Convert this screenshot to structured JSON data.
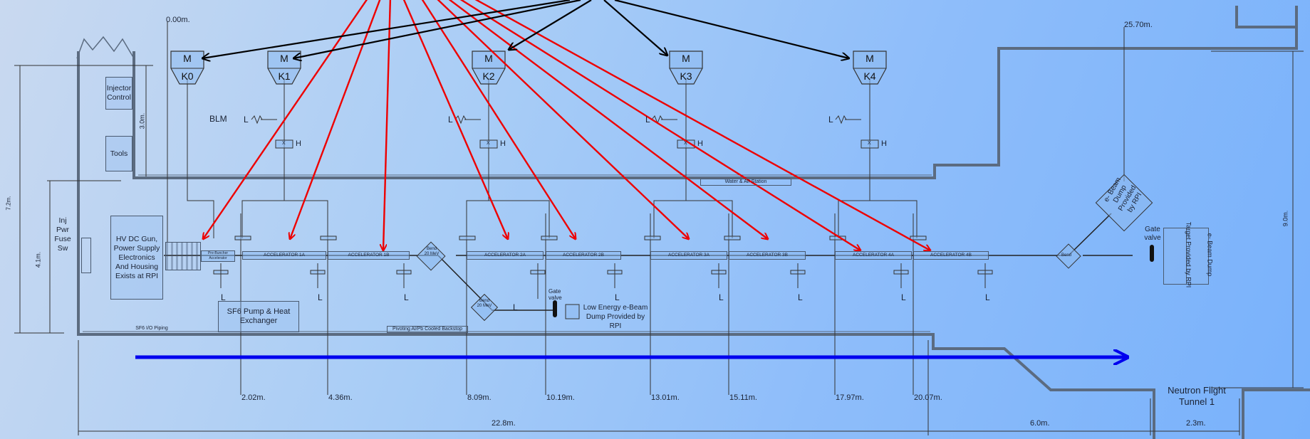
{
  "klystrons": [
    {
      "m": "M",
      "k": "K0"
    },
    {
      "m": "M",
      "k": "K1"
    },
    {
      "m": "M",
      "k": "K2"
    },
    {
      "m": "M",
      "k": "K3"
    },
    {
      "m": "M",
      "k": "K4"
    }
  ],
  "top_markers": {
    "start": "0.00m.",
    "end": "25.70m."
  },
  "labels": {
    "injector_control": "Injector Control",
    "tools": "Tools",
    "blm": "BLM",
    "inj_pwr_fuse": "Inj Pwr Fuse Sw",
    "hv_gun": "HV DC Gun, Power Supply Electronics And Housing Exists at RPI",
    "sf6_pump": "SF6 Pump & Heat Exchanger",
    "sf6_piping": "SF6 I/O Piping",
    "backstop": "Pivoting Al/Pb Cooled Backstop",
    "water_station": "Water & Air Station",
    "low_energy_dump": "Low Energy e-Beam Dump Provided by RPI",
    "gate_valve_1": "Gate valve",
    "gate_valve_2": "Gate valve",
    "ebeam_dump_diamond": "e- Beam Dump Provided by RPI",
    "ebeam_dump_target": "e- Beam Dump",
    "target_provided": "Target Provided by RPI",
    "neutron_tunnel": "Neutron Flight Tunnel 1",
    "bend_1": "Bend 20 MeV",
    "bend_2": "Bend 20 MeV",
    "bend_3": "Bend",
    "buncher": "Pre-Buncher Accelerator",
    "dim_3m": "3.0m.",
    "dim_4_1m": "4.1m.",
    "dim_9m": "9.0m.",
    "dim_left": "7.2m.",
    "l_label": "L",
    "h_label": "H",
    "x_label": "X"
  },
  "accelerators": [
    "ACCELERATOR 1A",
    "ACCELERATOR 1B",
    "ACCELERATOR 2A",
    "ACCELERATOR 2B",
    "ACCELERATOR 3A",
    "ACCELERATOR 3B",
    "ACCELERATOR 4A",
    "ACCELERATOR 4B"
  ],
  "positions": [
    "2.02m.",
    "4.36m.",
    "8.09m.",
    "10.19m.",
    "13.01m.",
    "15.11m.",
    "17.97m.",
    "20.07m."
  ],
  "bottom_dims": [
    "22.8m.",
    "6.0m.",
    "2.3m."
  ],
  "colors": {
    "wall": "#5b6b80",
    "red_arrow": "#ee0000",
    "black_arrow": "#000000",
    "beam": "#0000ee"
  }
}
